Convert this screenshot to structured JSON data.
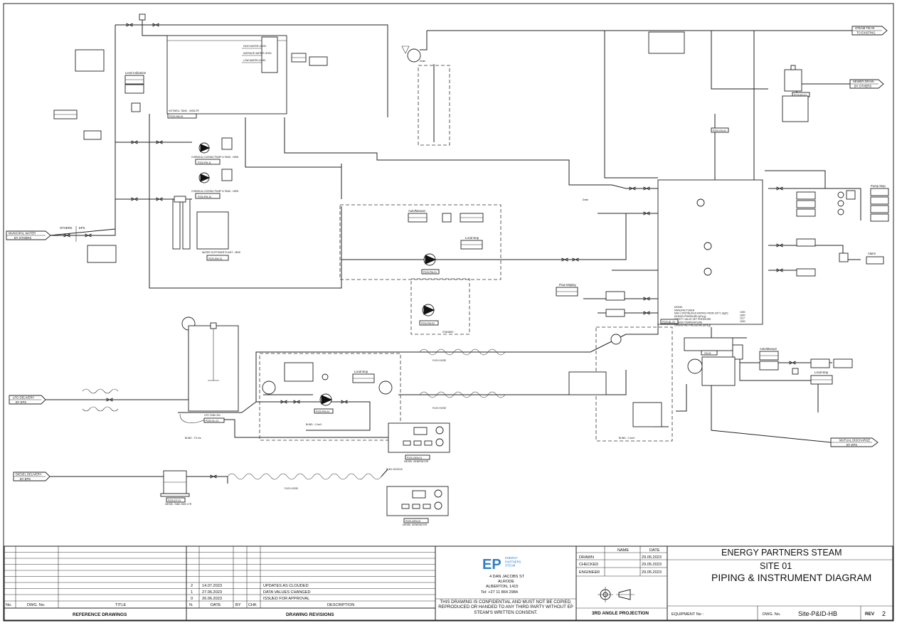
{
  "streams": {
    "steam_tie_in": "STEAM TIE IN",
    "steam_tie_in_sub": "TO EXISTING",
    "sewer_drain": "SEWER DRAIN",
    "sewer_drain_sub": "BY OTHERS",
    "municipal_water": "MUNICIPAL WATER",
    "municipal_water_sub": "BY OTHERS",
    "lpg_delivery": "LPG DELIVERY",
    "lpg_delivery_sub": "BY EPS",
    "diesel_delivery": "DIESEL DELIVERY",
    "diesel_delivery_sub": "BY EPS",
    "mutual_discharge": "MUTUAL DISCHARGE",
    "mutual_discharge_sub": "BY EPS",
    "others": "OTHERS",
    "eps": "EPS"
  },
  "equipment": {
    "hotwell_tank": "HOTWELL TANK - 4000LTR",
    "hotwell_tag": "P220-HW-01",
    "chem_pump_1": "CHEMICAL DOSING PUMP & TANK - NEW",
    "chem_pump_1_tag": "P220-PM-11",
    "chem_pump_2": "CHEMICAL DOSING PUMP & TANK - NEW",
    "chem_pump_2_tag": "P220-PM-10",
    "water_softener": "WATER SOFTENER PLANT - NEW",
    "water_softener_tag": "P220-SW-01",
    "lpg_tank": "LPG TANK 2KL",
    "lpg_tank_tag": "P220-HL-01",
    "diesel_tank": "DIESEL TANK 2500 LTR",
    "diesel_tank_tag": "P220-DT-01",
    "generator_1": "DIESEL GENERATOR",
    "generator_1_tag": "P220-GEN-01",
    "generator_2": "DIESEL GENERATOR",
    "generator_2_tag": "P220-GEN-02",
    "boiler_tag": "P220-BL-01",
    "burner_tag": "CB-01",
    "condensate_tag": "P220-CN-01",
    "blowdown_tag": "P220-BT-01",
    "feed_pump_tag": "P220-PM-01",
    "standby_pump_tag": "P220-PM-02",
    "lpg_pump_tag": "P220-PM-04",
    "standby": "STANDBY",
    "flex_hose": "FLEX HOSE",
    "fuel_nozzle": "FUEL NOZZLE"
  },
  "labels": {
    "level_indication": "Level Indication",
    "auto_manual": "Auto/Manual",
    "auto_manual_2": "Auto/Manual",
    "local_stop": "Local stop",
    "local_stop_2": "Local stop",
    "local_stop_3": "Local stop",
    "flow_display": "Flow Display",
    "alarm": "Alarm",
    "pump_stop": "Pump Stop",
    "high_water_level": "HIGH WATER LEVEL",
    "average_water_level": "AVERAGE WATER LEVEL",
    "low_water_level": "LOW WATER LEVEL",
    "drain": "Drain",
    "drain_2": "Drain",
    "bund_1": "BUND - TO e/s",
    "bund_2": "BUND - 0.1m3",
    "bund_3": "BUND - 0.1m3",
    "boiler_data": "MODEL\nMANUFACTURER\nMAX CONTINUOUS RATING FROM 100°C (kg/h)\nDESIGN PRESSURE (kPa,g)\nSAFETY VALVE SET PRESSURE\nDESIGN TEMPERATURE\nOPERATING PRESSURE (kPa,g)",
    "boiler_vals": "1300\n1800\n1117\n1000"
  },
  "title_block": {
    "company": "ENERGY PARTNERS STEAM",
    "site": "SITE 01",
    "drawing_title": "PIPING & INSTRUMENT DIAGRAM",
    "logo_text": "ENERGY\nPARTNERS\nSTEAM",
    "address_1": "4 DAN JACOBS ST",
    "address_2": "ALRODE",
    "address_3": "ALBERTON, 1415",
    "telephone": "Tel: +27 11 864 2984",
    "confidential": "THIS DRAWING IS CONFIDENTIAL AND MUST NOT BE COPIED, REPRODUCED OR HANDED TO ANY THIRD PARTY WITHOUT EP STEAM'S WRITTEN CONSENT.",
    "projection": "3RD ANGLE PROJECTION",
    "col_name": "NAME",
    "col_date": "DATE",
    "drawn": "DRAWN",
    "drawn_date": "29.05.2023",
    "checked": "CHECKED",
    "checked_date": "29.05.2023",
    "engineer": "ENGINEER",
    "engineer_date": "29.05.2023",
    "equipment_no": "EQUIPMENT No :",
    "dwg_no_label": "DWG. No.",
    "dwg_no": "Site-P&ID-HB",
    "rev_label": "REV",
    "rev": "2",
    "reference_drawings": "REFERENCE DRAWINGS",
    "drawing_revisions": "DRAWING REVISIONS",
    "hdr_no": "No.",
    "hdr_dwg_no": "DWG. No.",
    "hdr_title": "TITLE",
    "hdr_n": "N.",
    "hdr_date": "DATE",
    "hdr_by": "BY",
    "hdr_chk": "CHK",
    "hdr_desc": "DESCRIPTION",
    "revisions": [
      {
        "n": "2",
        "date": "14.07.2023",
        "desc": "UPDATES AS CLOUDED"
      },
      {
        "n": "1",
        "date": "27.06.2023",
        "desc": "DATA VALUES CHANGED"
      },
      {
        "n": "0",
        "date": "26.06.2023",
        "desc": "ISSUED FOR APPROVAL"
      }
    ]
  },
  "colors": {
    "line": "#222222",
    "logo_blue": "#2f7fc1"
  }
}
